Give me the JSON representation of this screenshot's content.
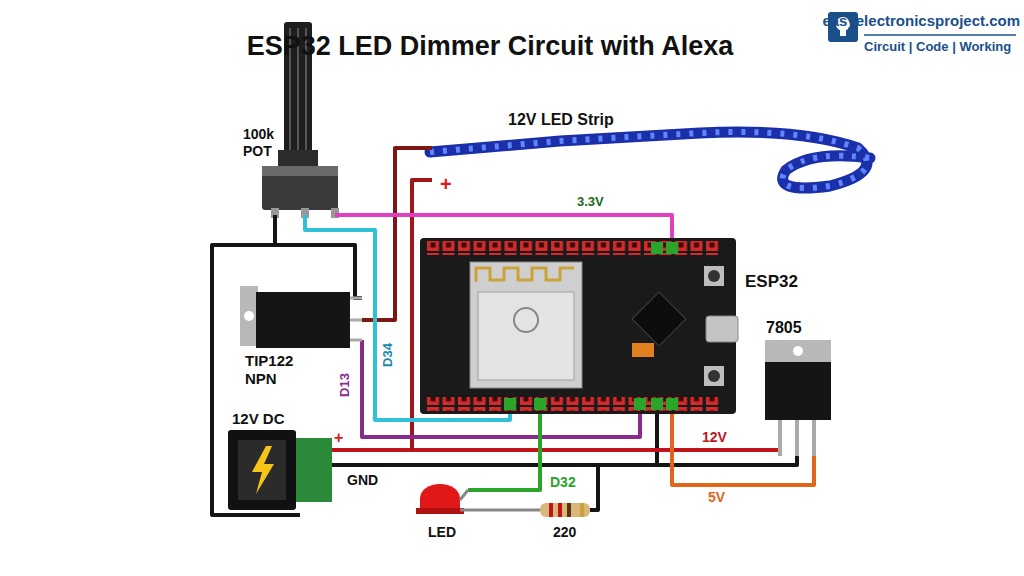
{
  "diagram": {
    "title": "ESP32 LED Dimmer Circuit with Alexa",
    "labels": [
      "easyelectronicsproject.com",
      "Circuit | Code | Working",
      "100k POT",
      "12V LED Strip",
      "+",
      "3.3V",
      "ESP32",
      "7805",
      "TIP122 NPN",
      "D13",
      "D34",
      "12V DC",
      "+",
      "12V",
      "5V",
      "GND",
      "D32",
      "LED",
      "220"
    ]
  }
}
